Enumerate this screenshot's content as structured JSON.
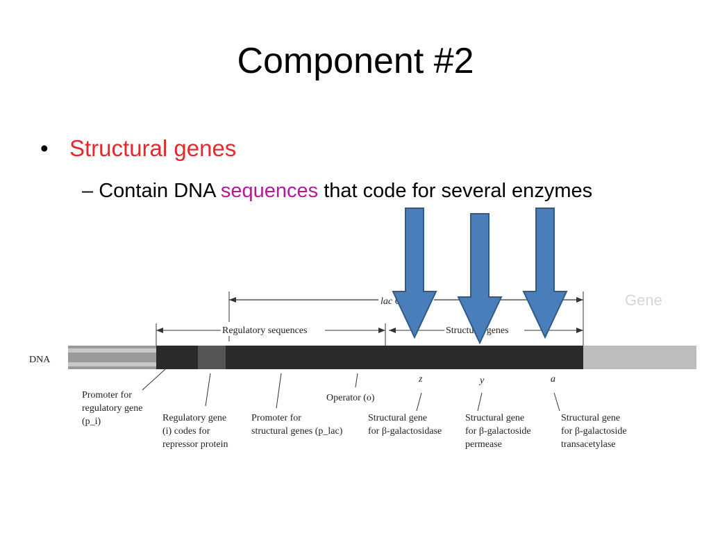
{
  "slide": {
    "title": "Component #2",
    "bullet": "Structural genes",
    "sub_bullet_prefix": "Contain DNA ",
    "sub_bullet_highlight": "sequences",
    "sub_bullet_suffix": " that code for several enzymes",
    "sub_bullet_dash": "–",
    "bullet_marker": "•",
    "colors": {
      "bullet": "#e8272d",
      "highlight": "#b5199a",
      "arrow_fill": "#4a7ebb",
      "arrow_stroke": "#2f5a8a"
    }
  },
  "diagram": {
    "dna_label": "DNA",
    "operon_label": "lac Operon",
    "regulatory_label": "Regulatory sequences",
    "structural_label": "Structural genes",
    "gene_z": "z",
    "gene_y": "y",
    "gene_a": "a",
    "promoter_reg": [
      "Promoter for",
      "regulatory gene",
      "(p_i)"
    ],
    "regulatory_gene": [
      "Regulatory gene",
      "(i) codes for",
      "repressor protein"
    ],
    "promoter_struct": [
      "Promoter for",
      "structural genes (p_lac)"
    ],
    "operator": "Operator (o)",
    "struct_z": [
      "Structural gene",
      "for β-galactosidase"
    ],
    "struct_y": [
      "Structural gene",
      "for β-galactoside",
      "permease"
    ],
    "struct_a": [
      "Structural gene",
      "for β-galactoside",
      "transacetylase"
    ]
  }
}
